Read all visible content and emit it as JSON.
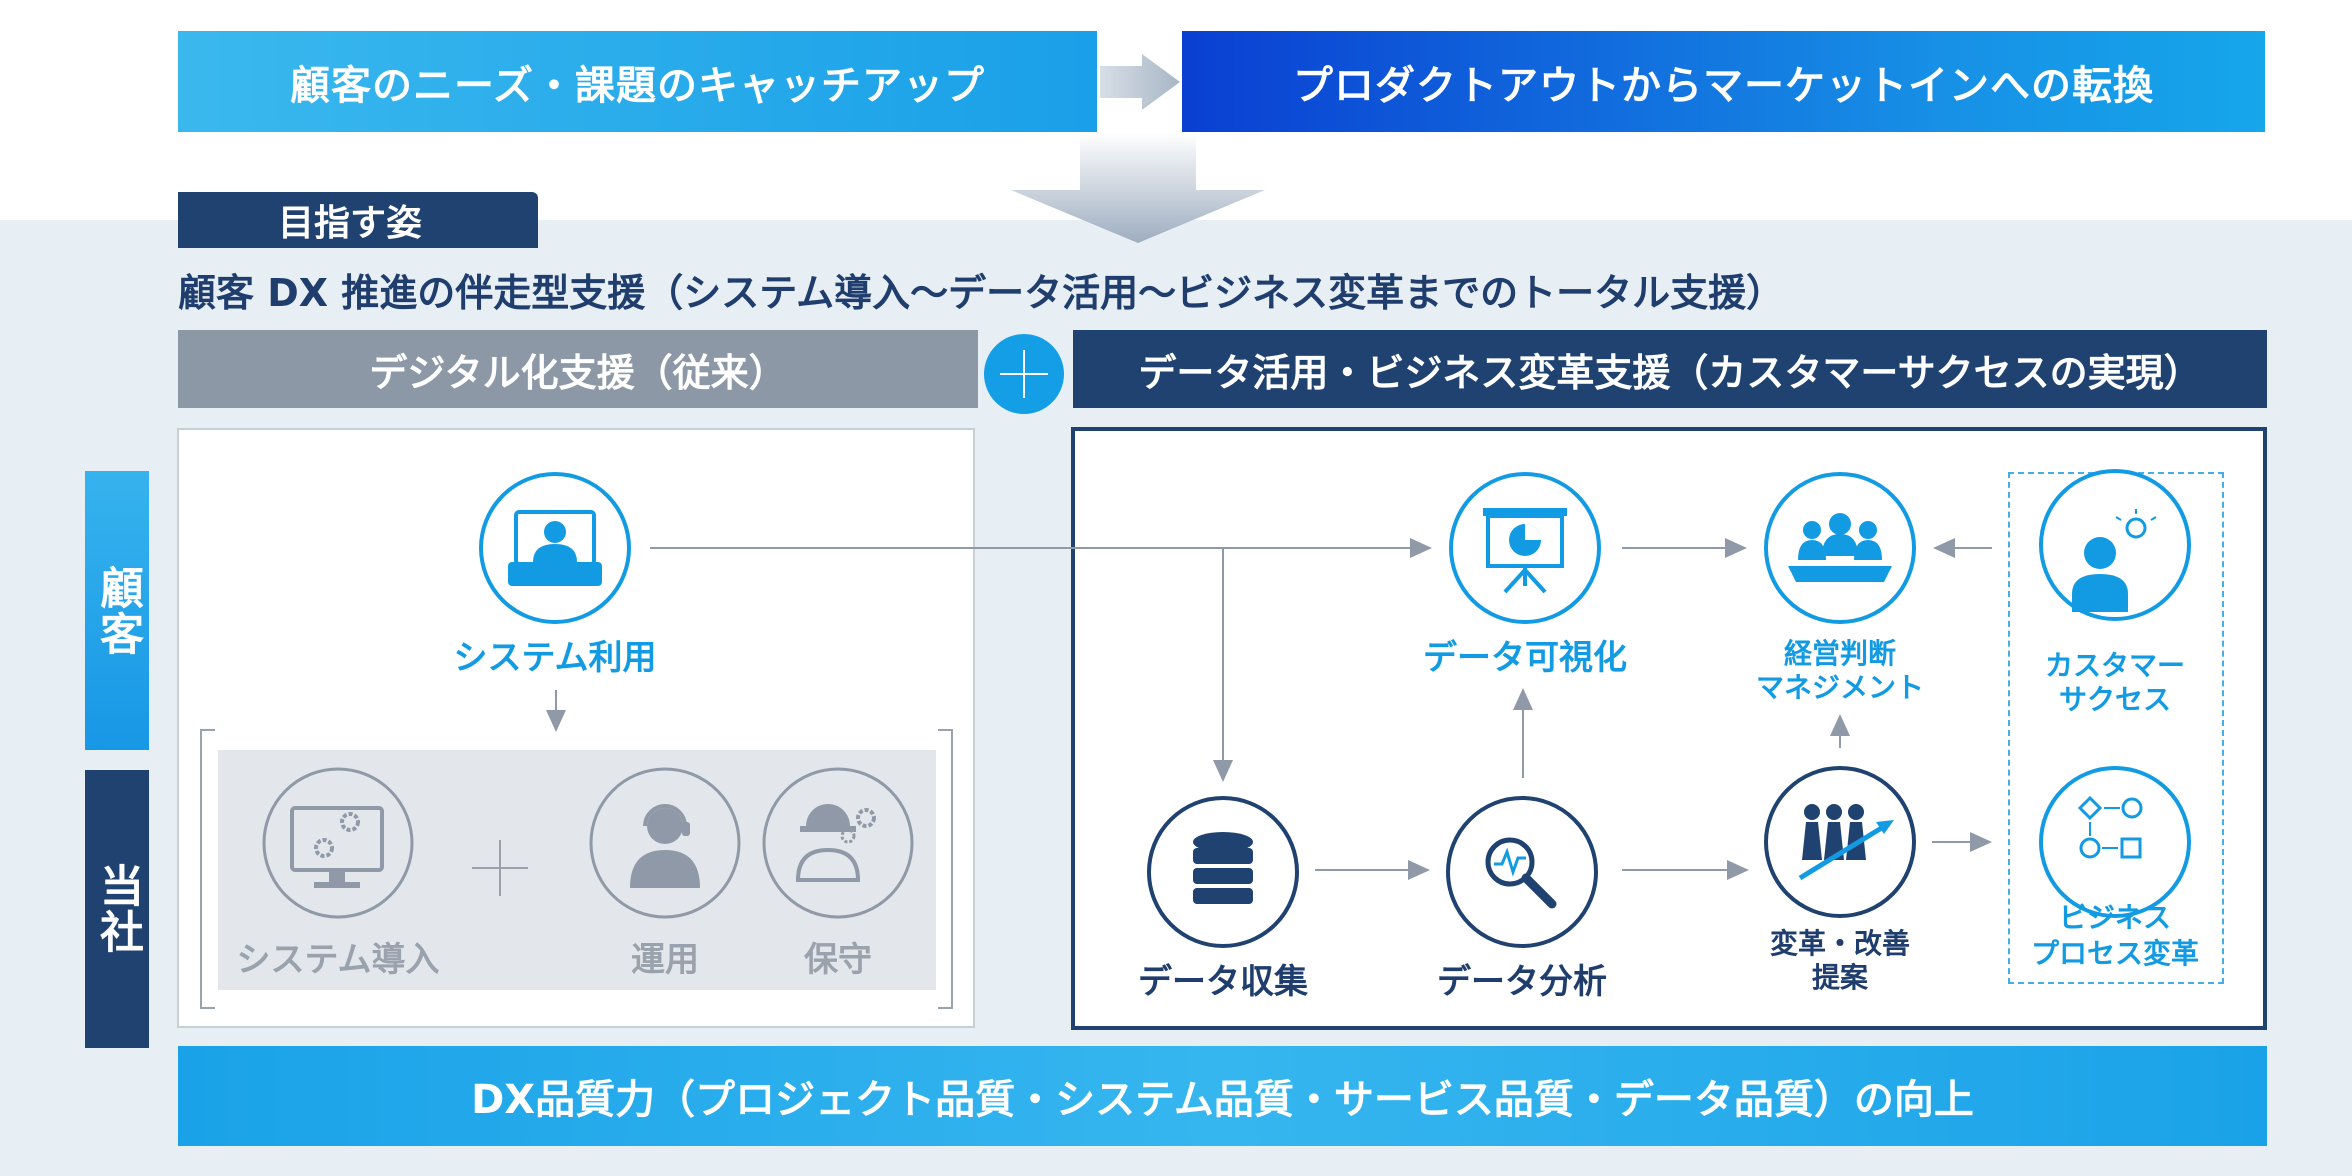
{
  "top": {
    "banner_left": "顧客のニーズ・課題のキャッチアップ",
    "banner_right": "プロダクトアウトからマーケットインへの転換"
  },
  "aim": {
    "tag": "目指す姿",
    "heading": "顧客 DX 推進の伴走型支援（システム導入〜データ活用〜ビジネス変革までのトータル支援）"
  },
  "columns": {
    "left_header": "デジタル化支援（従来）",
    "right_header": "データ活用・ビジネス変革支援（カスタマーサクセスの実現）"
  },
  "side": {
    "customer": "顧客",
    "company": "当社"
  },
  "left_panel": {
    "system_use": "システム利用",
    "system_install": "システム導入",
    "operation": "運用",
    "maintenance": "保守"
  },
  "right_panel": {
    "data_visualization": "データ可視化",
    "management": [
      "経営判断",
      "マネジメント"
    ],
    "customer_success": [
      "カスタマー",
      "サクセス"
    ],
    "data_collection": "データ収集",
    "data_analysis": "データ分析",
    "proposal": [
      "変革・改善",
      "提案"
    ],
    "business_process": [
      "ビジネス",
      "プロセス変革"
    ]
  },
  "bottom": {
    "text": "DX品質力（プロジェクト品質・システム品質・サービス品質・データ品質）の向上"
  },
  "colors": {
    "navy": "#1f4270",
    "blue": "#139ee6",
    "gray": "#8d98a6",
    "background": "#e7eef4"
  }
}
